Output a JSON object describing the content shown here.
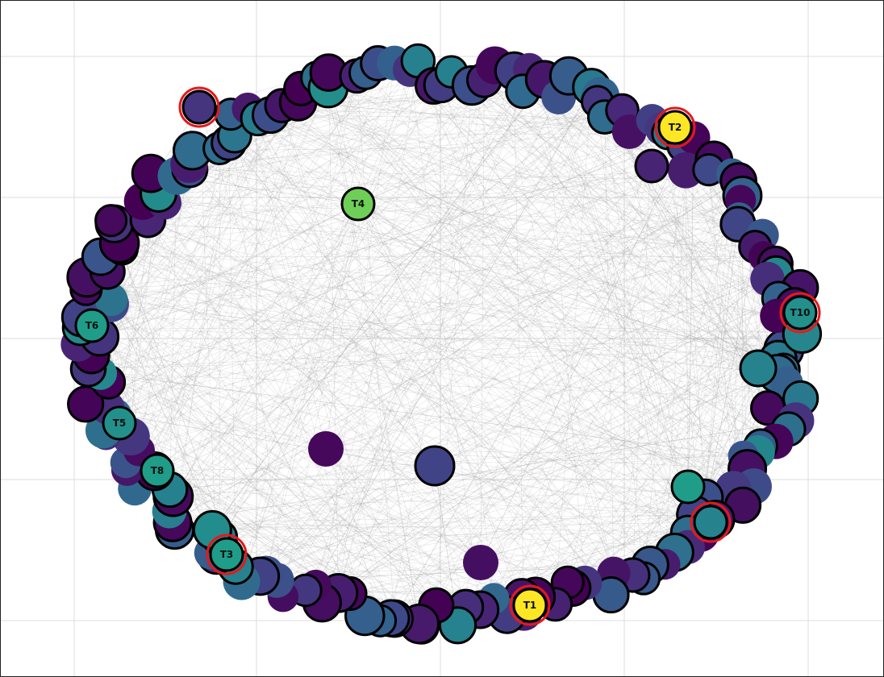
{
  "chart_data": {
    "type": "network",
    "grid": true,
    "edge_color": "#9e9e9e",
    "node_edge_color": "#000000",
    "highlight_color": "#e31a1c",
    "colormap": "viridis",
    "labeled_nodes": [
      {
        "label": "T1",
        "value": 1.0,
        "highlighted": true
      },
      {
        "label": "T2",
        "value": 1.0,
        "highlighted": true
      },
      {
        "label": "T3",
        "value": 0.55,
        "highlighted": true
      },
      {
        "label": "T4",
        "value": 0.78,
        "highlighted": false
      },
      {
        "label": "T5",
        "value": 0.5,
        "highlighted": false
      },
      {
        "label": "T6",
        "value": 0.55,
        "highlighted": false
      },
      {
        "label": "T8",
        "value": 0.55,
        "highlighted": false
      },
      {
        "label": "T10",
        "value": 0.5,
        "highlighted": true
      },
      {
        "label": "",
        "value": 0.45,
        "highlighted": true
      },
      {
        "label": "",
        "value": 0.15,
        "highlighted": true
      }
    ],
    "other_nodes": {
      "count": 170,
      "value_range": [
        0.0,
        0.5
      ]
    }
  }
}
